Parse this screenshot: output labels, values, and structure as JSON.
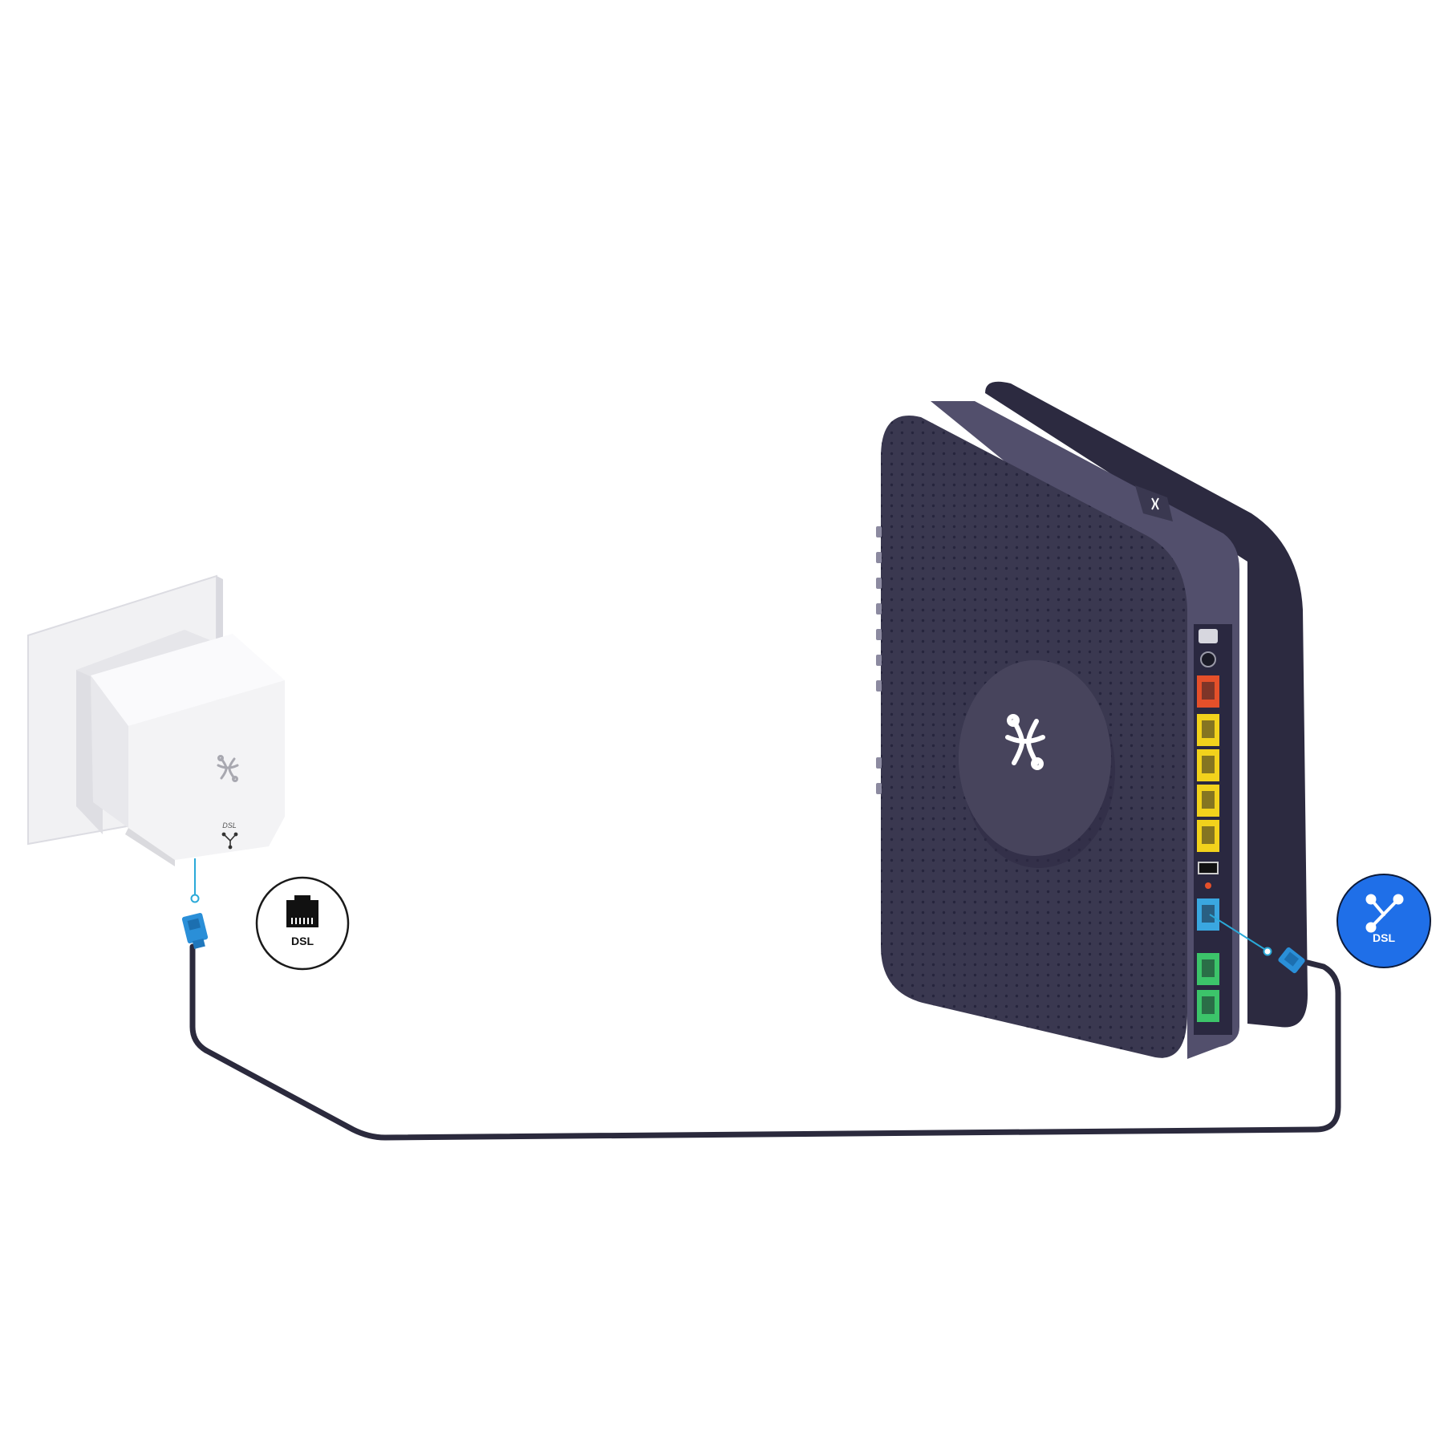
{
  "colors": {
    "background": "#ffffff",
    "router_body": "#3a3850",
    "router_face": "#47455e",
    "router_back": "#2c2a40",
    "cable": "#2b2a3d",
    "cable_connector": "#2a8fd8",
    "callout_line": "#2aa9d8",
    "dsl_badge_fill": "#1f6fe8",
    "port_red": "#e5502a",
    "port_yellow": "#f2d21c",
    "port_blue": "#3aa7e0",
    "port_green": "#3cc46a",
    "filter_white": "#f3f3f5"
  },
  "socket_badge": {
    "icon": "rj11-socket-icon",
    "label": "DSL"
  },
  "router_badge": {
    "icon": "dsl-branch-icon",
    "label": "DSL"
  },
  "router": {
    "logo": "brand-logo-icon"
  },
  "filter": {
    "logo": "brand-logo-icon",
    "port_label": "DSL"
  }
}
